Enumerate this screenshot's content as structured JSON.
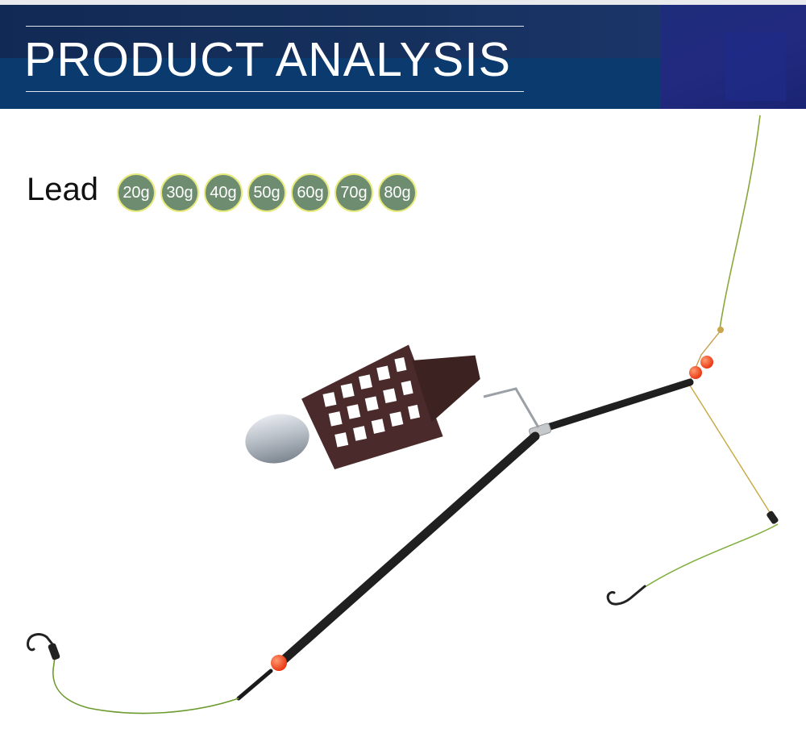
{
  "banner": {
    "title": "PRODUCT ANALYSIS"
  },
  "lead": {
    "label": "Lead",
    "weights": [
      "20g",
      "30g",
      "40g",
      "50g",
      "60g",
      "70g",
      "80g"
    ]
  },
  "colors": {
    "banner_blue": "#0d3465",
    "badge_fill": "#6d8c70",
    "badge_border": "#e7ea7a",
    "bead_orange": "#f0441a",
    "line_green": "#7a9a3a"
  },
  "image": {
    "subject": "fishing-feeder-rig"
  }
}
